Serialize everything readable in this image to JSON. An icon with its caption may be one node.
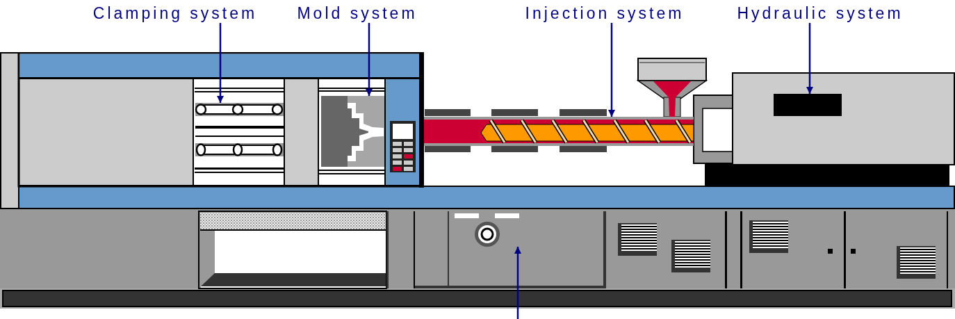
{
  "diagram": {
    "nodes": [
      {
        "text": [
          "Clamping system"
        ]
      },
      {
        "text": [
          "Mold system"
        ]
      },
      {
        "text": [
          "Injection system"
        ]
      },
      {
        "text": [
          "Hydraulic system"
        ]
      },
      {
        "text": [],
        "shape": "picture"
      },
      {
        "text": [],
        "shape": "picture"
      },
      {
        "text": [],
        "shape": "picture"
      },
      {
        "text": [],
        "shape": "box"
      },
      {
        "text": [],
        "shape": "picture"
      }
    ],
    "edges": [
      {
        "from": 0,
        "to": 4,
        "arrow": "to"
      },
      {
        "from": 1,
        "to": 5,
        "arrow": "to"
      },
      {
        "from": 2,
        "to": 6,
        "arrow": "to"
      },
      {
        "from": 3,
        "to": 7,
        "arrow": "to"
      },
      {
        "from": null,
        "to": 8,
        "arrow": "to"
      }
    ]
  }
}
